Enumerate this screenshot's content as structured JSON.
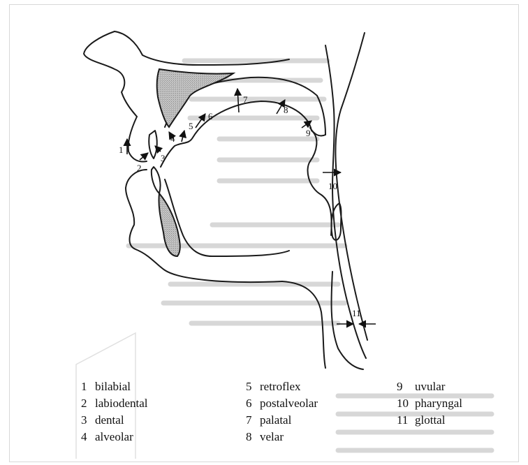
{
  "diagram": {
    "region_numbers": [
      "1",
      "2",
      "3",
      "4",
      "5",
      "6",
      "7",
      "8",
      "9",
      "10",
      "11"
    ]
  },
  "legend": [
    {
      "num": "1",
      "label": "bilabial"
    },
    {
      "num": "2",
      "label": "labiodental"
    },
    {
      "num": "3",
      "label": "dental"
    },
    {
      "num": "4",
      "label": "alveolar"
    },
    {
      "num": "5",
      "label": "retroflex"
    },
    {
      "num": "6",
      "label": "postalveolar"
    },
    {
      "num": "7",
      "label": "palatal"
    },
    {
      "num": "8",
      "label": "velar"
    },
    {
      "num": "9",
      "label": "uvular"
    },
    {
      "num": "10",
      "label": "pharyngal"
    },
    {
      "num": "11",
      "label": "glottal"
    }
  ],
  "colors": {
    "outline": "#1a1a1a",
    "shading": "#b8b8b8",
    "background_text": "#c9c9c9"
  }
}
